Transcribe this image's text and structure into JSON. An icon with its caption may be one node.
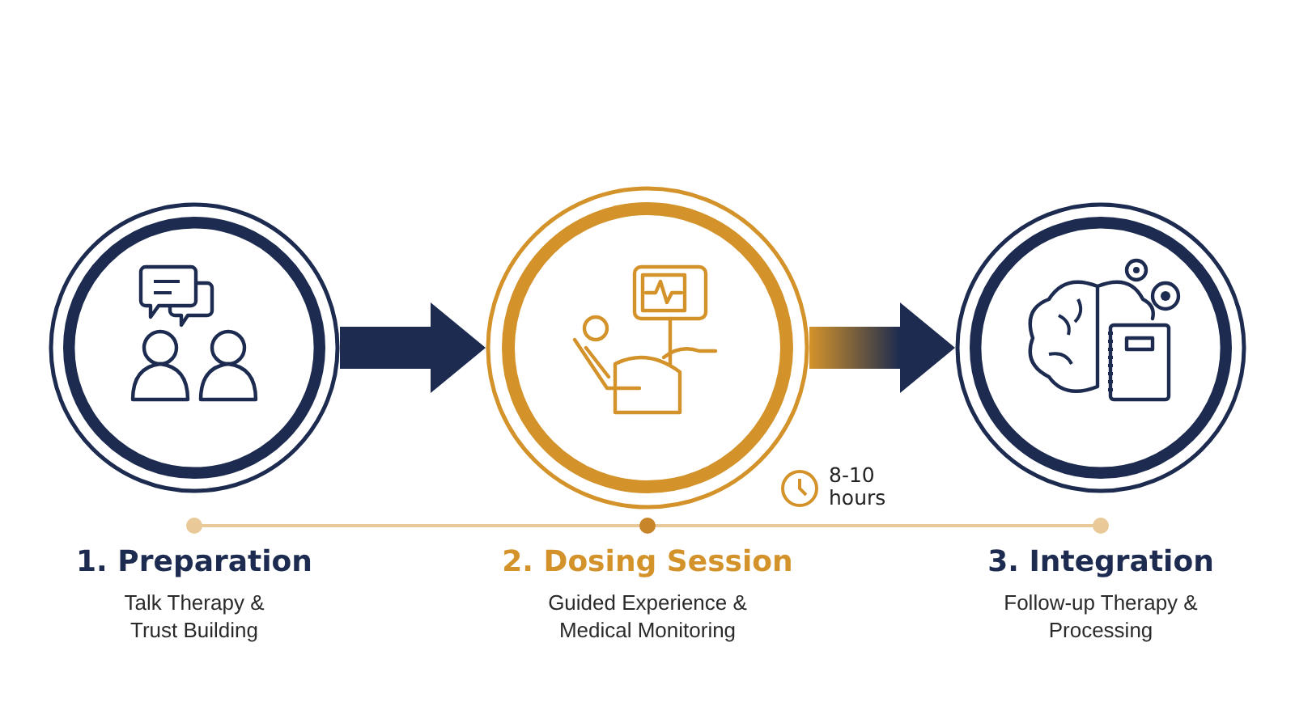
{
  "diagram": {
    "nodes": [
      {
        "text": [
          "1. Preparation",
          "Talk Therapy & Trust Building"
        ]
      },
      {
        "text": [
          "2. Dosing Session",
          "Guided Experience & Medical Monitoring"
        ],
        "beside": [
          "8-10 hours"
        ]
      },
      {
        "text": [
          "3. Integration",
          "Follow-up Therapy & Processing"
        ]
      }
    ],
    "edges": [
      {
        "from": 0,
        "to": 1,
        "arrow": "to"
      },
      {
        "from": 1,
        "to": 2,
        "arrow": "to"
      }
    ]
  }
}
